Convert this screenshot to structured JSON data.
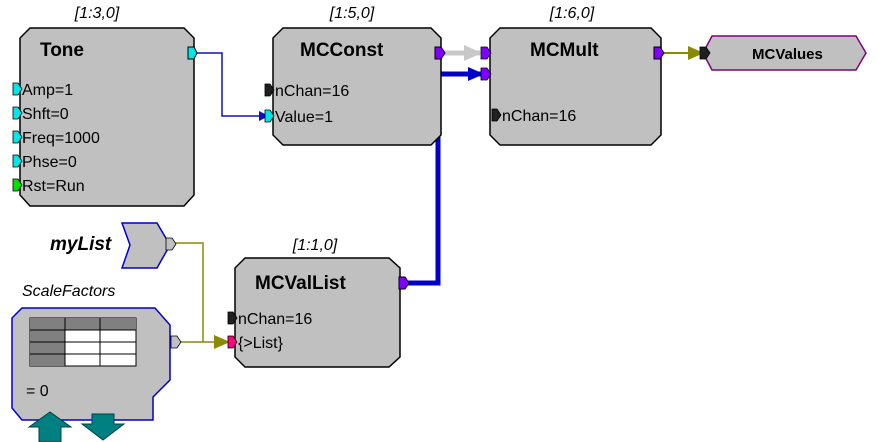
{
  "blocks": {
    "tone": {
      "id": "[1:3,0]",
      "title": "Tone",
      "ports": [
        "Amp=1",
        "Shft=0",
        "Freq=1000",
        "Phse=0",
        "Rst=Run"
      ]
    },
    "mcconst": {
      "id": "[1:5,0]",
      "title": "MCConst",
      "ports": [
        "nChan=16",
        "Value=1"
      ]
    },
    "mcmult": {
      "id": "[1:6,0]",
      "title": "MCMult",
      "ports": [
        "nChan=16"
      ]
    },
    "mcvalues": {
      "title": "MCValues"
    },
    "mylist": {
      "title": "myList"
    },
    "mcvallist": {
      "id": "[1:1,0]",
      "title": "MCValList",
      "ports": [
        "nChan=16",
        "{>List}"
      ]
    },
    "scalefactors": {
      "title": "ScaleFactors",
      "value": "= 0"
    }
  },
  "colors": {
    "block_fill": "#c0c0c0",
    "block_border": "#000000",
    "wire_blue": "#1010c0",
    "wire_thick_blue": "#0000c8",
    "wire_olive": "#8a8a00",
    "wire_gray": "#c8c8c8",
    "port_cyan": "#00e6e6",
    "port_purple": "#8000ff",
    "port_green": "#00e000",
    "port_magenta": "#ff0080",
    "port_black": "#202020",
    "arrow_teal": "#008080",
    "list_blue": "#0000cc",
    "list_fill": "#c0c0c0"
  }
}
